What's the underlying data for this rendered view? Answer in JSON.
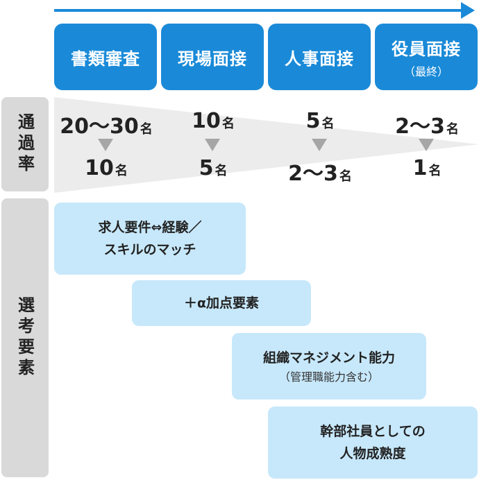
{
  "stages": [
    {
      "label": "書類審査"
    },
    {
      "label": "現場面接"
    },
    {
      "label": "人事面接"
    },
    {
      "label": "役員面接",
      "sub": "（最終）"
    }
  ],
  "pass_rate": {
    "side_label": "通過率",
    "unit": "名",
    "columns": [
      {
        "from": "20～30",
        "to": "10"
      },
      {
        "from": "10",
        "to": "5"
      },
      {
        "from": "5",
        "to": "2～3"
      },
      {
        "from": "2～3",
        "to": "1"
      }
    ]
  },
  "selection": {
    "side_label": "選考要素",
    "elements": [
      {
        "line1": "求人要件⇔経験／",
        "line2": "スキルのマッチ"
      },
      {
        "line1": "＋α加点要素"
      },
      {
        "line1": "組織マネジメント能力",
        "sub": "（管理職能力含む）"
      },
      {
        "line1": "幹部社員としての",
        "line2": "人物成熟度"
      }
    ]
  },
  "colors": {
    "accent": "#1a8ad8",
    "box": "#c7e8fb",
    "side": "#d9d9d9",
    "funnel": "#ececec",
    "arrow": "#a6a6a6"
  }
}
